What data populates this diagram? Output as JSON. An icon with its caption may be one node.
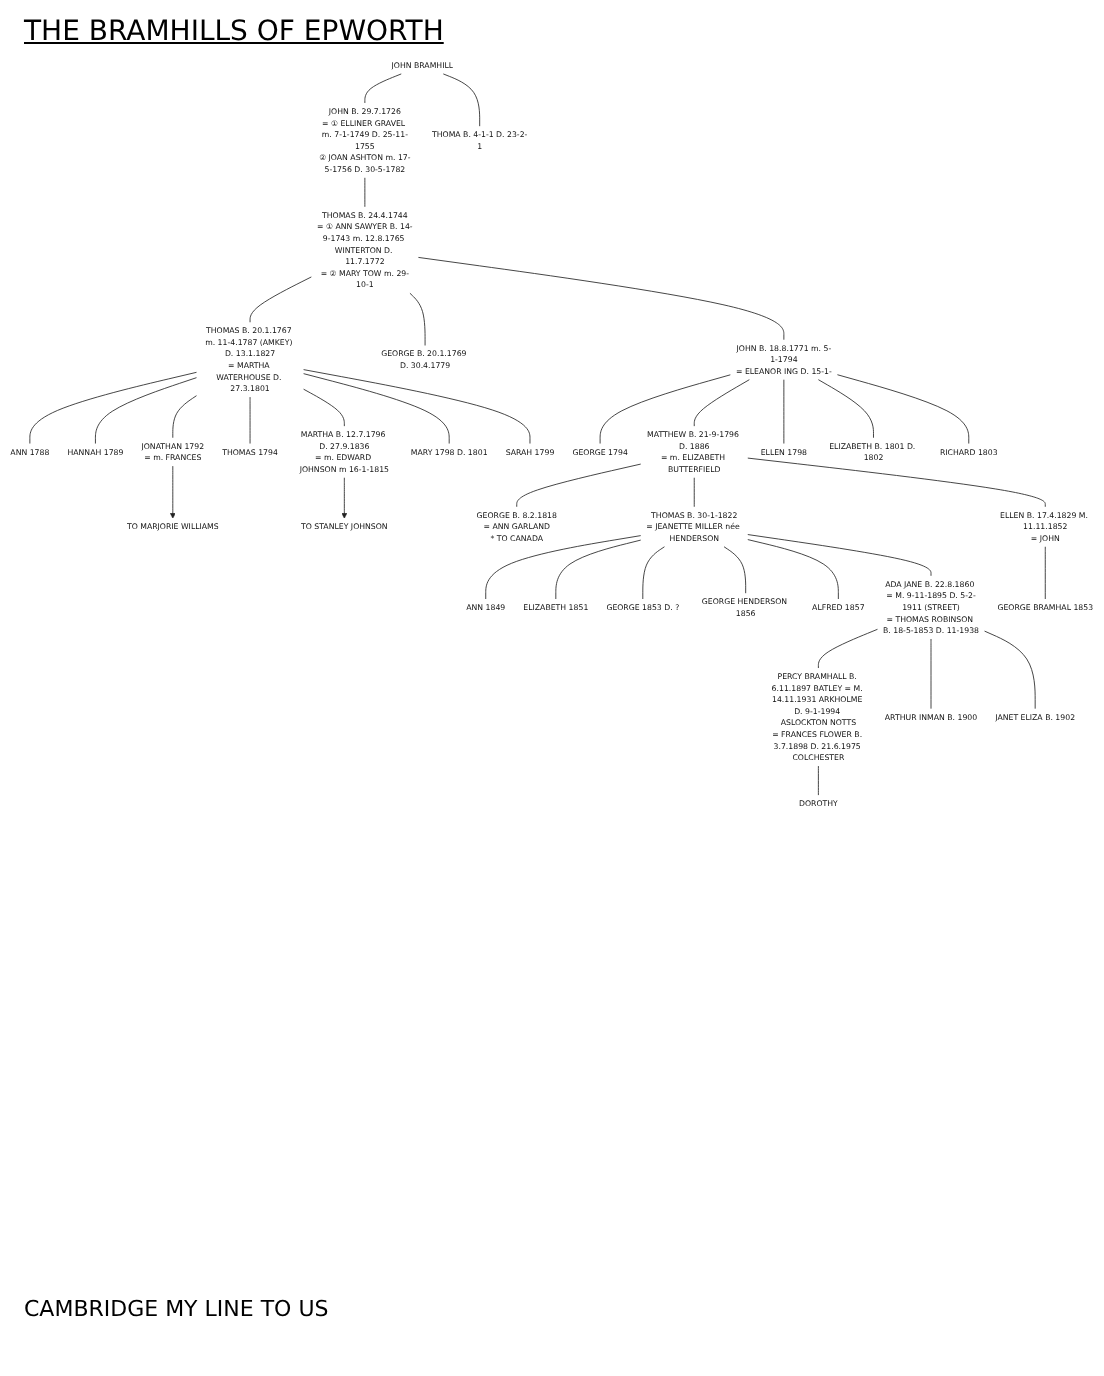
{
  "diagram": {
    "title": "THE BRAMHILLS OF EPWORTH",
    "nodes": [
      {
        "text": [
          "JOHN BRAMHILL"
        ]
      },
      {
        "text": [
          "JOHN B. 29.7.1726",
          "= ① ELLINER GRAVEL m. 7-1-1749 D. 25-11-1755",
          "② JOAN ASHTON m. 17-5-1756 D. 30-5-1782"
        ]
      },
      {
        "text": [
          "THOMA B. 4-1-1 D. 23-2-1"
        ]
      },
      {
        "text": [
          "THOMAS B. 24.4.1744",
          "= ① ANN SAWYER B. 14-9-1743 m. 12.8.1765 WINTERTON D. 11.7.1772",
          "= ② MARY TOW m. 29-10-1"
        ]
      },
      {
        "text": [
          "THOMAS B. 20.1.1767 m. 11-4.1787 (AMKEY) D. 13.1.1827",
          "= MARTHA WATERHOUSE D. 27.3.1801"
        ]
      },
      {
        "text": [
          "GEORGE B. 20.1.1769 D. 30.4.1779"
        ]
      },
      {
        "text": [
          "JOHN B. 18.8.1771 m. 5-1-1794",
          "= ELEANOR ING D. 15-1-"
        ]
      },
      {
        "text": [
          "ANN 1788"
        ]
      },
      {
        "text": [
          "HANNAH 1789"
        ]
      },
      {
        "text": [
          "JONATHAN 1792",
          "= m. FRANCES"
        ]
      },
      {
        "text": [
          "THOMAS 1794"
        ]
      },
      {
        "text": [
          "MARTHA B. 12.7.1796 D. 27.9.1836",
          "= m. EDWARD JOHNSON m 16-1-1815"
        ]
      },
      {
        "text": [
          "MARY 1798 D. 1801"
        ]
      },
      {
        "text": [
          "SARAH 1799"
        ]
      },
      {
        "text": [
          "TO MARJORIE WILLIAMS"
        ]
      },
      {
        "text": [
          "TO STANLEY JOHNSON"
        ]
      },
      {
        "text": [
          "GEORGE 1794"
        ]
      },
      {
        "text": [
          "MATTHEW B. 21-9-1796 D. 1886",
          "= m. ELIZABETH BUTTERFIELD"
        ]
      },
      {
        "text": [
          "ELLEN 1798"
        ]
      },
      {
        "text": [
          "ELIZABETH B. 1801 D. 1802"
        ]
      },
      {
        "text": [
          "RICHARD 1803"
        ]
      },
      {
        "text": [
          "GEORGE B. 8.2.1818",
          "= ANN GARLAND",
          "* TO CANADA"
        ]
      },
      {
        "text": [
          "THOMAS B. 30-1-1822",
          "= JEANETTE MILLER née HENDERSON"
        ]
      },
      {
        "text": [
          "ELLEN B. 17.4.1829 M. 11.11.1852",
          "= JOHN"
        ]
      },
      {
        "text": [
          "ANN 1849"
        ]
      },
      {
        "text": [
          "ELIZABETH 1851"
        ]
      },
      {
        "text": [
          "GEORGE 1853 D. ?"
        ]
      },
      {
        "text": [
          "GEORGE HENDERSON 1856"
        ]
      },
      {
        "text": [
          "ALFRED 1857"
        ]
      },
      {
        "text": [
          "ADA JANE B. 22.8.1860 = M. 9-11-1895 D. 5-2-1911 (STREET)",
          "= THOMAS ROBINSON B. 18-5-1853 D. 11-1938"
        ]
      },
      {
        "text": [
          "GEORGE BRAMHAL 1853"
        ]
      },
      {
        "text": [
          "PERCY BRAMHALL B. 6.11.1897 BATLEY = M. 14.11.1931 ARKHOLME D. 9-1-1994 ASLOCKTON NOTTS",
          "= FRANCES FLOWER B. 3.7.1898 D. 21.6.1975 COLCHESTER"
        ]
      },
      {
        "text": [
          "ARTHUR INMAN B. 1900"
        ]
      },
      {
        "text": [
          "JANET ELIZA B. 1902"
        ]
      },
      {
        "text": [
          "DOROTHY"
        ]
      }
    ],
    "edges": [
      {
        "from": 0,
        "to": 1,
        "arrow": "none"
      },
      {
        "from": 0,
        "to": 2,
        "arrow": "none"
      },
      {
        "from": 1,
        "to": 3,
        "arrow": "none"
      },
      {
        "from": 3,
        "to": 4,
        "arrow": "none"
      },
      {
        "from": 3,
        "to": 5,
        "arrow": "none"
      },
      {
        "from": 3,
        "to": 6,
        "arrow": "none"
      },
      {
        "from": 4,
        "to": 7,
        "arrow": "none"
      },
      {
        "from": 4,
        "to": 8,
        "arrow": "none"
      },
      {
        "from": 4,
        "to": 9,
        "arrow": "none"
      },
      {
        "from": 4,
        "to": 10,
        "arrow": "none"
      },
      {
        "from": 4,
        "to": 11,
        "arrow": "none"
      },
      {
        "from": 4,
        "to": 12,
        "arrow": "none"
      },
      {
        "from": 4,
        "to": 13,
        "arrow": "none"
      },
      {
        "from": 9,
        "to": 14,
        "arrow": "to"
      },
      {
        "from": 11,
        "to": 15,
        "arrow": "to"
      },
      {
        "from": 6,
        "to": 16,
        "arrow": "none"
      },
      {
        "from": 6,
        "to": 17,
        "arrow": "none"
      },
      {
        "from": 6,
        "to": 18,
        "arrow": "none"
      },
      {
        "from": 6,
        "to": 19,
        "arrow": "none"
      },
      {
        "from": 6,
        "to": 20,
        "arrow": "none"
      },
      {
        "from": 17,
        "to": 21,
        "arrow": "none"
      },
      {
        "from": 17,
        "to": 22,
        "arrow": "none"
      },
      {
        "from": 17,
        "to": 23,
        "arrow": "none"
      },
      {
        "from": 22,
        "to": 24,
        "arrow": "none"
      },
      {
        "from": 22,
        "to": 25,
        "arrow": "none"
      },
      {
        "from": 22,
        "to": 26,
        "arrow": "none"
      },
      {
        "from": 22,
        "to": 27,
        "arrow": "none"
      },
      {
        "from": 22,
        "to": 28,
        "arrow": "none"
      },
      {
        "from": 22,
        "to": 29,
        "arrow": "none"
      },
      {
        "from": 23,
        "to": 30,
        "arrow": "none"
      },
      {
        "from": 29,
        "to": 31,
        "arrow": "none"
      },
      {
        "from": 29,
        "to": 32,
        "arrow": "none"
      },
      {
        "from": 29,
        "to": 33,
        "arrow": "none"
      },
      {
        "from": 31,
        "to": 34,
        "arrow": "none"
      }
    ],
    "labels": [
      "CAMBRIDGE MY LINE TO US"
    ]
  }
}
